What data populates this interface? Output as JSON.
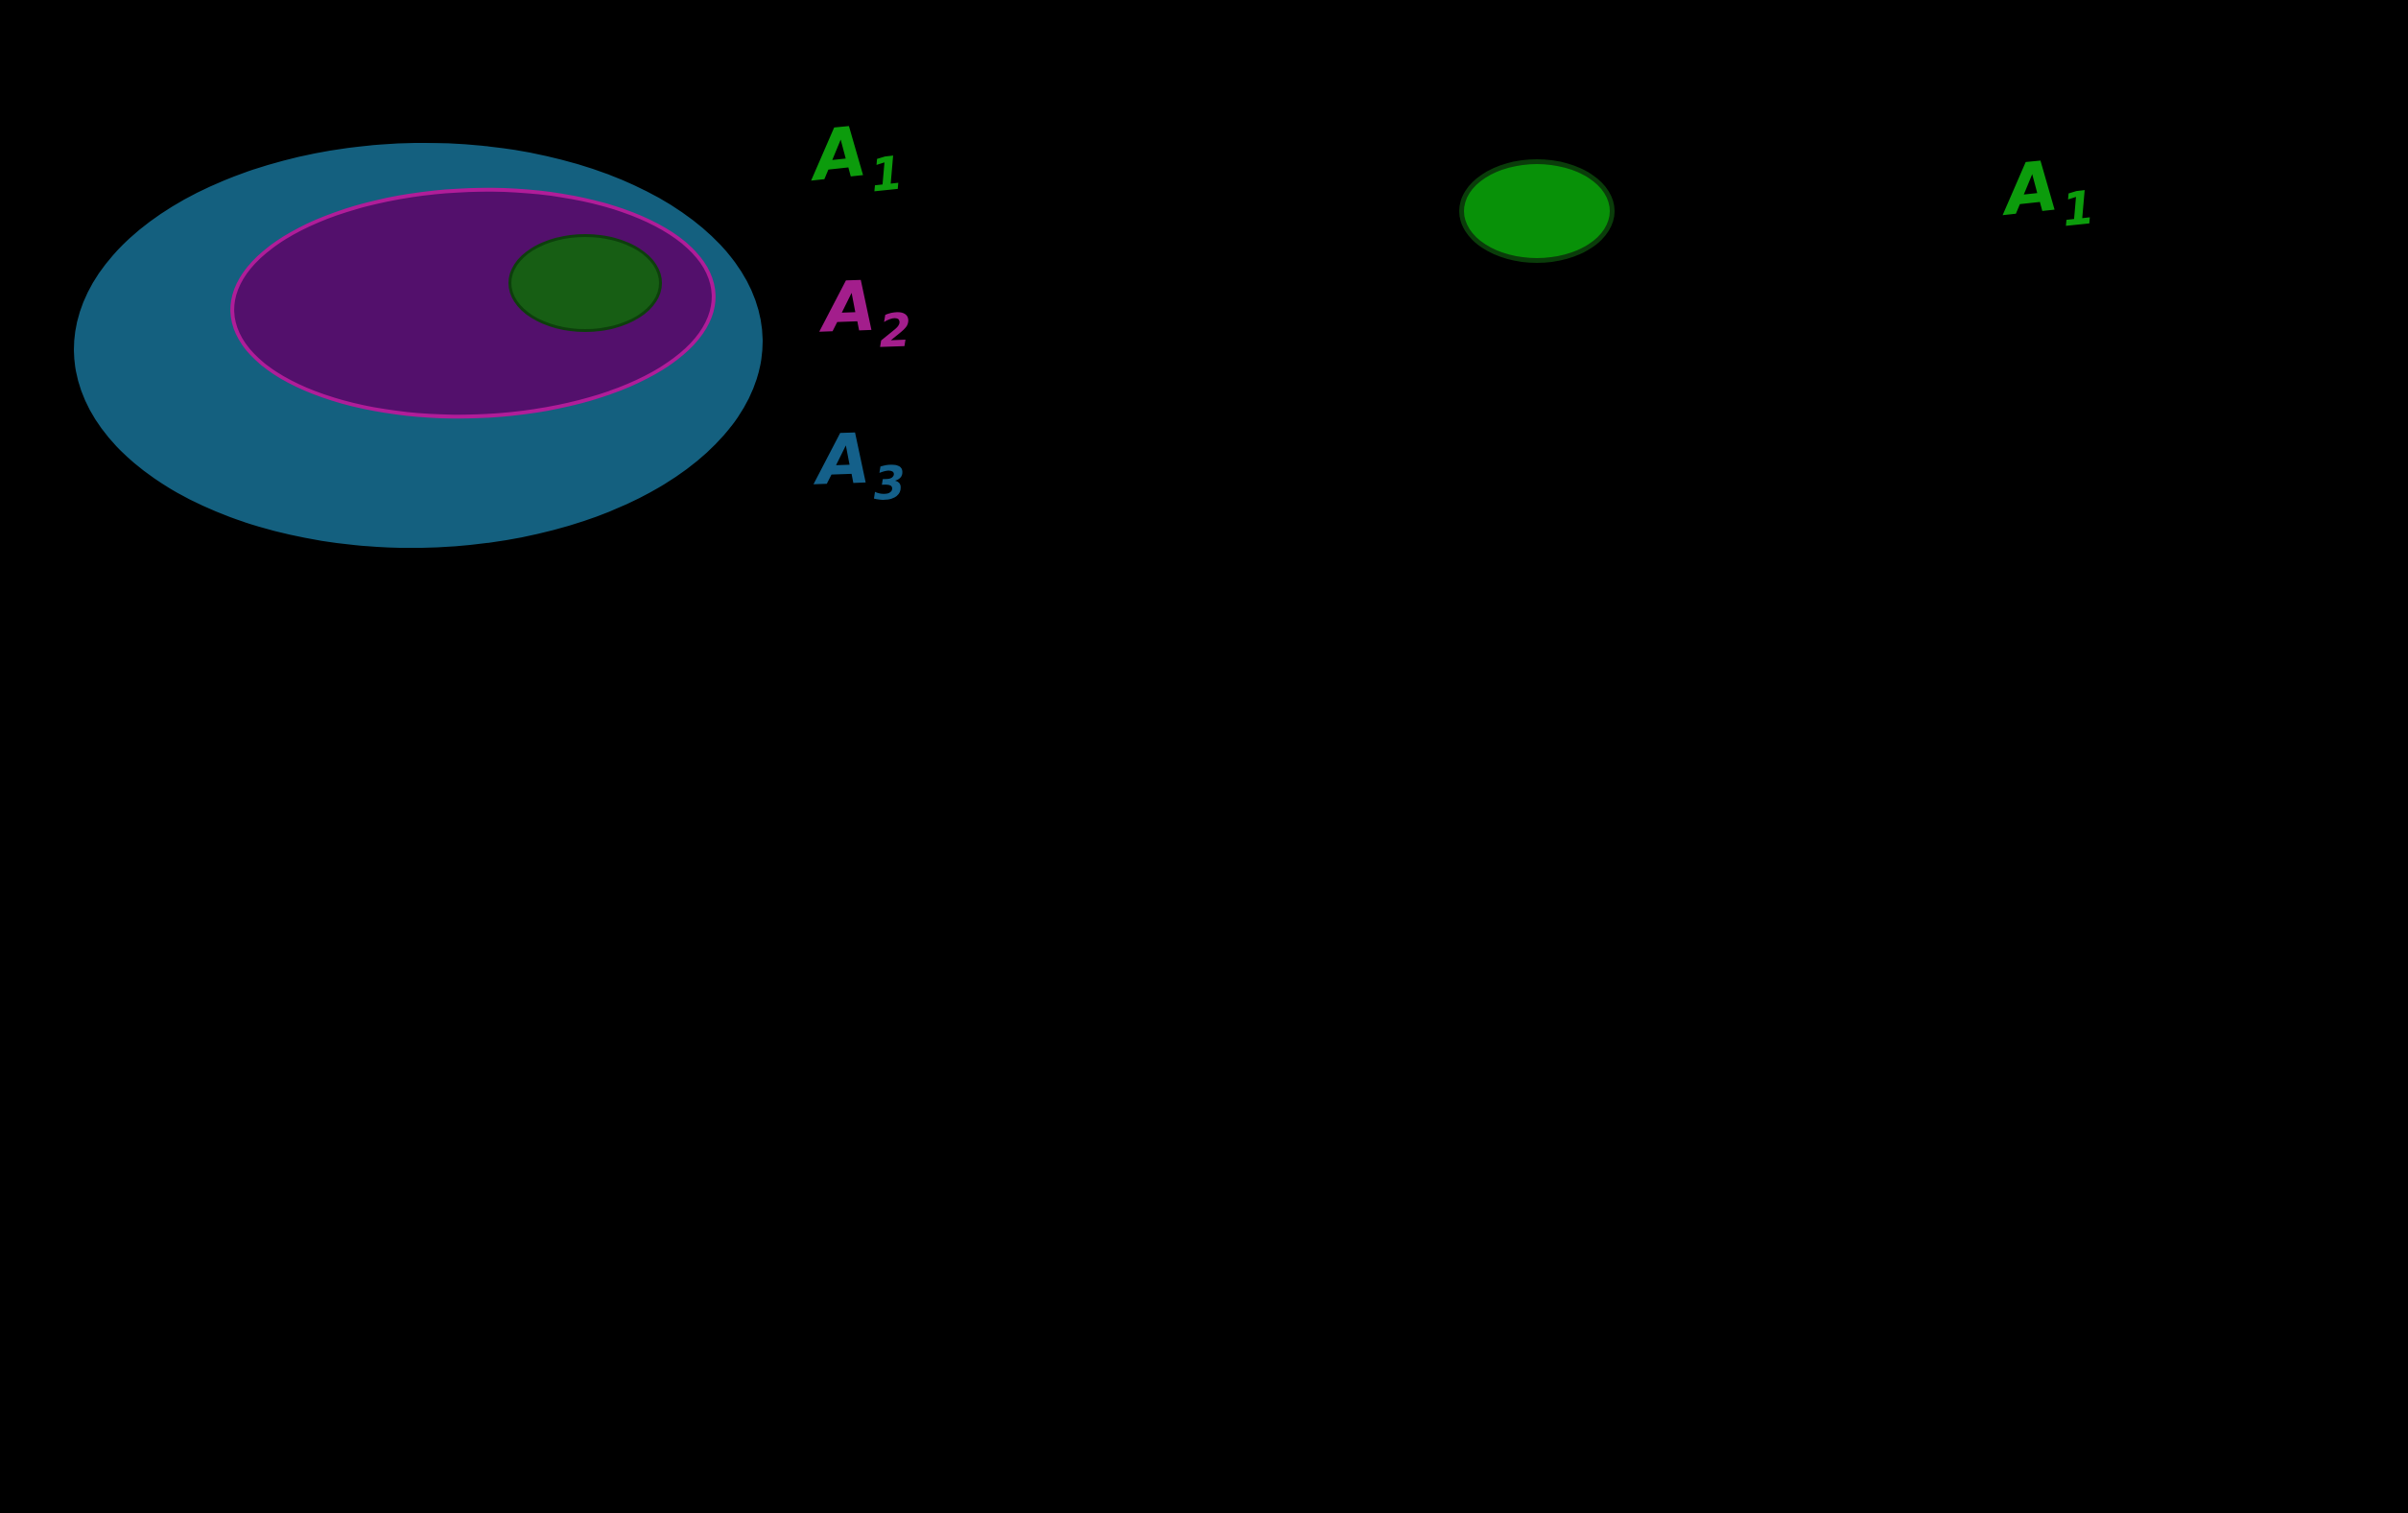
{
  "canvas": {
    "background": "#000000"
  },
  "nested_diagram": {
    "description": "Three nested sets A1 inside A2 inside A3",
    "sets": [
      {
        "id": "A3",
        "fill": "#14607f",
        "stroke": "#14607f"
      },
      {
        "id": "A2",
        "fill": "#53106c",
        "stroke": "#b01d99"
      },
      {
        "id": "A1",
        "fill": "#175e14",
        "stroke": "#0d3f0c"
      }
    ],
    "labels": [
      {
        "base": "A",
        "sub": "1",
        "color": "#0c9c0c"
      },
      {
        "base": "A",
        "sub": "2",
        "color": "#a31e8c"
      },
      {
        "base": "A",
        "sub": "3",
        "color": "#14608a"
      }
    ]
  },
  "middle_set": {
    "id": "A1",
    "fill": "#089108",
    "stroke": "#0a3d0a"
  },
  "right_label": {
    "base": "A",
    "sub": "1",
    "color": "#0c9c0c"
  }
}
